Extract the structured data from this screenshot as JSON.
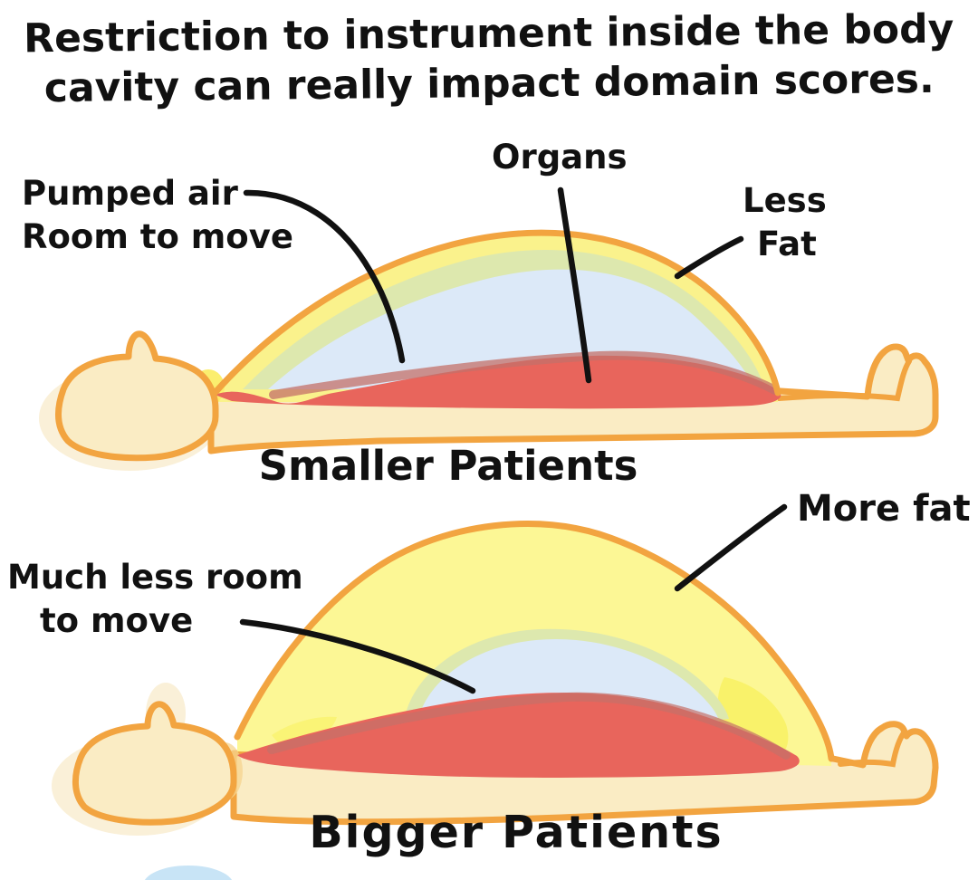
{
  "title": {
    "line1": "Restriction to instrument inside the body",
    "line2": "cavity can really impact domain scores."
  },
  "smaller_patient": {
    "caption": "Smaller Patients",
    "labels": {
      "pumped_air_line1": "Pumped air",
      "pumped_air_line2": "Room to move",
      "organs": "Organs",
      "less_fat_line1": "Less",
      "less_fat_line2": "Fat"
    }
  },
  "bigger_patient": {
    "caption": "Bigger Patients",
    "labels": {
      "much_less_room_line1": "Much less room",
      "much_less_room_line2": "to move",
      "more_fat": "More fat"
    }
  },
  "palette": {
    "ink": "#111111",
    "outline_orange": "#F2A440",
    "body_cream": "#FAECC4",
    "body_cream_shadow": "#FAF0D8",
    "fat_yellow": "#FAF28C",
    "fat_yellow_big": "#FCF795",
    "fat_yellow_bright": "#F8F163",
    "air_blue": "#DCE9F8",
    "tint_green": "#DDE8AE",
    "organ_red": "#E8655C",
    "organ_red_dark": "#C4706A",
    "neck_yellow": "#FBEE6E",
    "neck_shade": "#F6D48F",
    "bottom_blob_blue": "#C8E4F6"
  }
}
